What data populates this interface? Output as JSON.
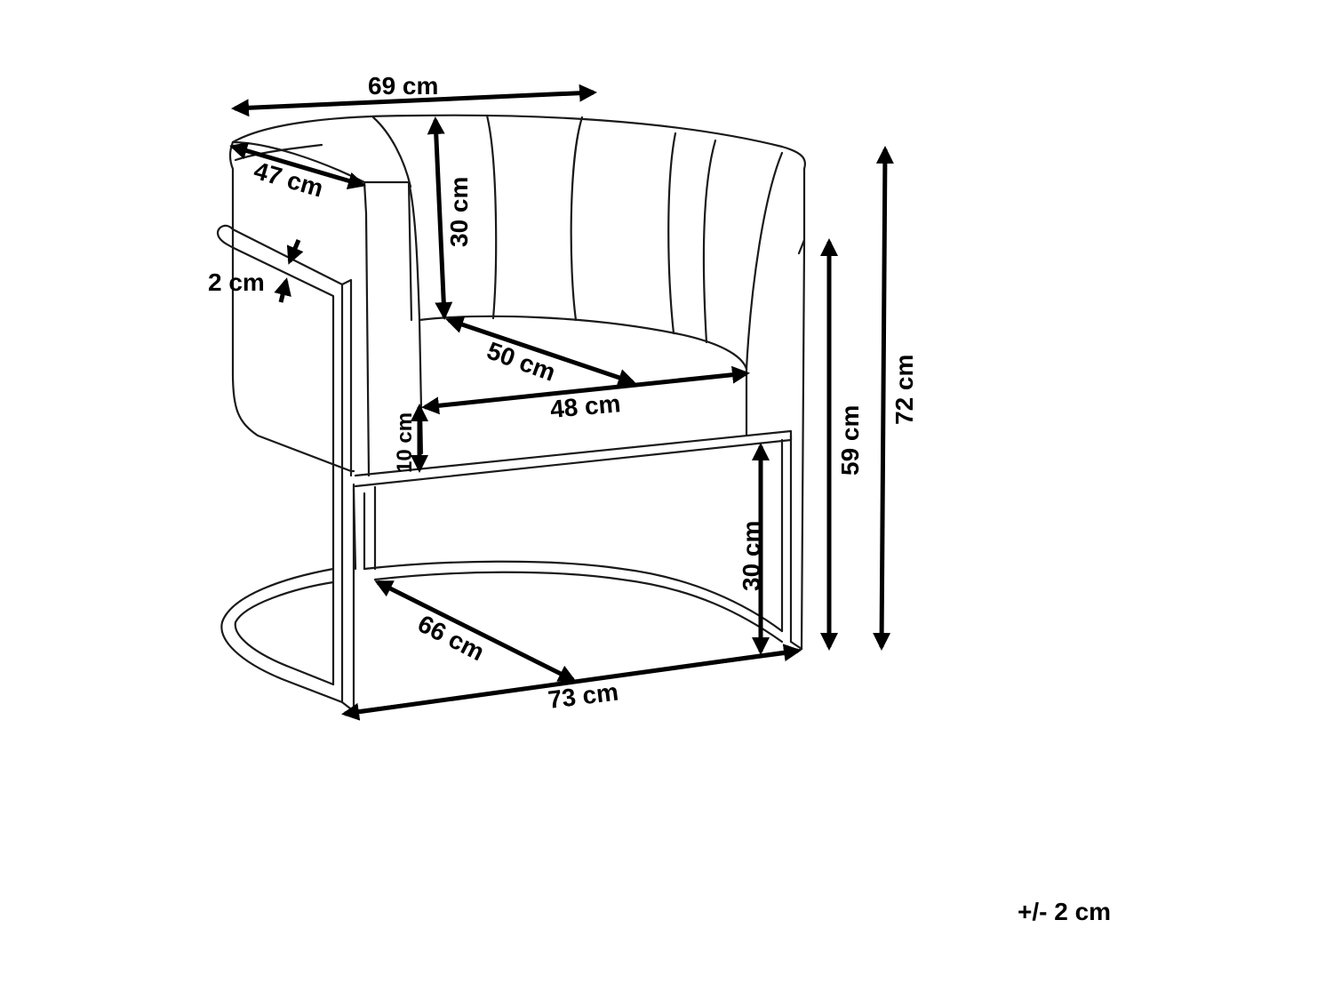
{
  "dimensions": {
    "width_top": "69 cm",
    "armrest_depth": "47 cm",
    "back_height": "30 cm",
    "frame_thickness": "2 cm",
    "seat_depth": "50 cm",
    "seat_width": "48 cm",
    "seat_cushion_height": "10 cm",
    "seat_height": "30 cm",
    "arm_height": "59 cm",
    "total_height": "72 cm",
    "base_depth": "66 cm",
    "base_width": "73 cm"
  },
  "tolerance": "+/- 2 cm"
}
